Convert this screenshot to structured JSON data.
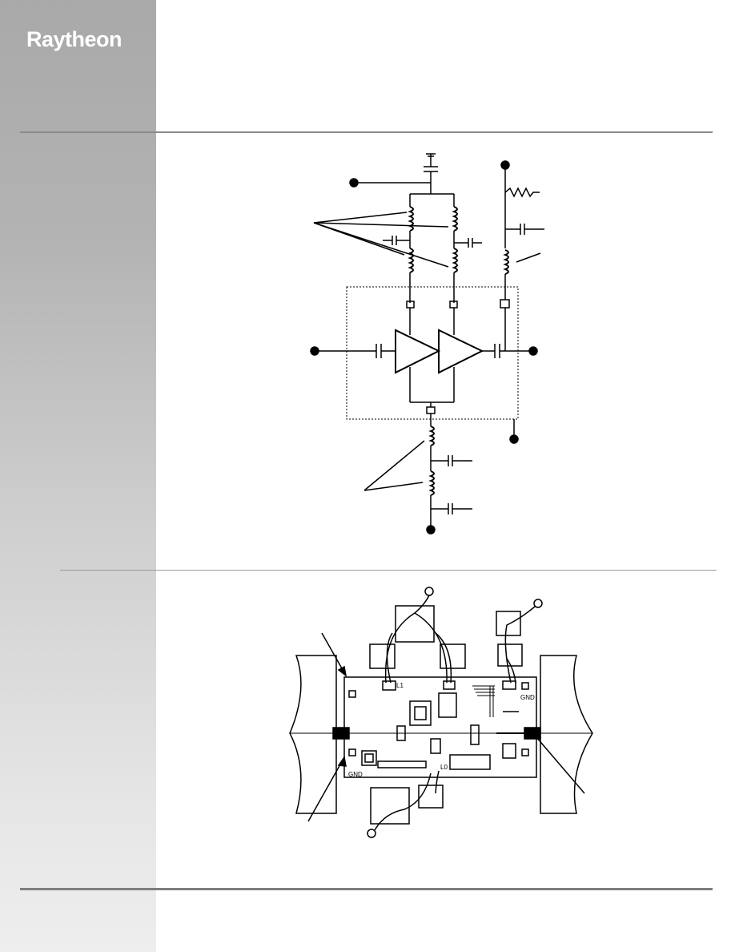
{
  "header": {
    "logo_text": "Raytheon"
  },
  "figures": [
    {
      "name": "amplifier-bias-schematic"
    },
    {
      "name": "amplifier-board-assembly",
      "labels": [
        "GND",
        "GND",
        "L1",
        "L0"
      ]
    }
  ],
  "colors": {
    "sidebar_top": "#a9a9a9",
    "sidebar_bottom": "#eeeeee",
    "rule": "#8a8a8a",
    "ink": "#000000"
  }
}
